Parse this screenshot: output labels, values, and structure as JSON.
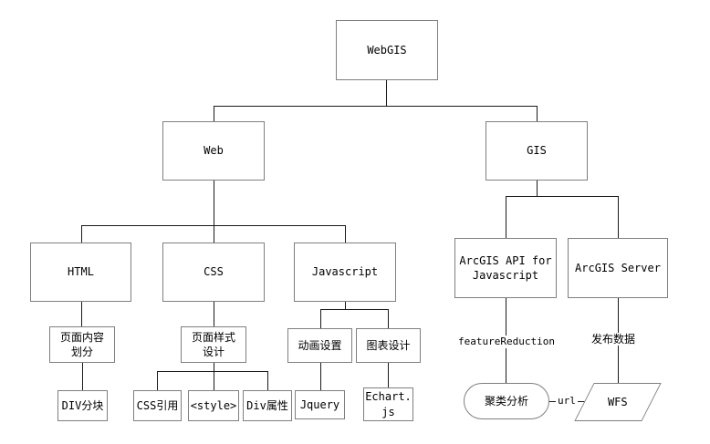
{
  "nodes": {
    "webgis": {
      "label": "WebGIS"
    },
    "web": {
      "label": "Web"
    },
    "gis": {
      "label": "GIS"
    },
    "html": {
      "label": "HTML"
    },
    "css": {
      "label": "CSS"
    },
    "javascript": {
      "label": "Javascript"
    },
    "arcgis_api": {
      "label": "ArcGIS API for\nJavascript"
    },
    "arcgis_server": {
      "label": "ArcGIS Server"
    },
    "page_content": {
      "label": "页面内容\n划分"
    },
    "page_style": {
      "label": "页面样式\n设计"
    },
    "animation": {
      "label": "动画设置"
    },
    "chart_design": {
      "label": "图表设计"
    },
    "div_block": {
      "label": "DIV分块"
    },
    "css_ref": {
      "label": "CSS引用"
    },
    "style_tag": {
      "label": "<style>"
    },
    "div_attr": {
      "label": "Div属性"
    },
    "jquery": {
      "label": "Jquery"
    },
    "echart": {
      "label": "Echart.\njs"
    },
    "cluster": {
      "label": "聚类分析"
    },
    "wfs": {
      "label": "WFS"
    }
  },
  "edge_labels": {
    "feature_reduction": "featureReduction",
    "publish_data": "发布数据",
    "url": "url"
  },
  "colors": {
    "background": "#ffffff",
    "node_border": "#7f7f7f",
    "connector": "#1a1a1a",
    "text": "#000000"
  }
}
